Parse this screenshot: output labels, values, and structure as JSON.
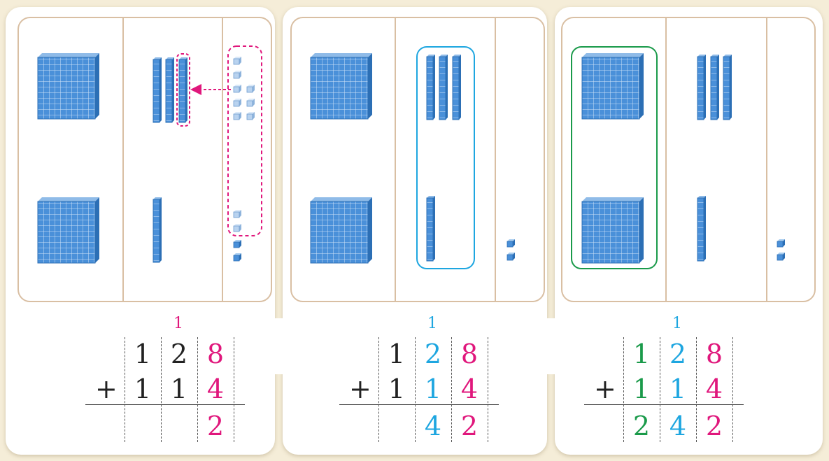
{
  "panels": [
    {
      "carry": "1",
      "row1": [
        "1",
        "2",
        "8"
      ],
      "row2": [
        "1",
        "1",
        "4"
      ],
      "result": [
        "",
        "",
        "2"
      ],
      "operator": "+"
    },
    {
      "carry": "1",
      "row1": [
        "1",
        "2",
        "8"
      ],
      "row2": [
        "1",
        "1",
        "4"
      ],
      "result": [
        "",
        "4",
        "2"
      ],
      "operator": "+"
    },
    {
      "carry": "1",
      "row1": [
        "1",
        "2",
        "8"
      ],
      "row2": [
        "1",
        "1",
        "4"
      ],
      "result": [
        "2",
        "4",
        "2"
      ],
      "operator": "+"
    }
  ],
  "colors": {
    "pink": "#e0177c",
    "blue": "#1ea6e0",
    "green": "#1a9a4a",
    "block": "#4a90d9",
    "board_border": "#d9bfa3"
  }
}
